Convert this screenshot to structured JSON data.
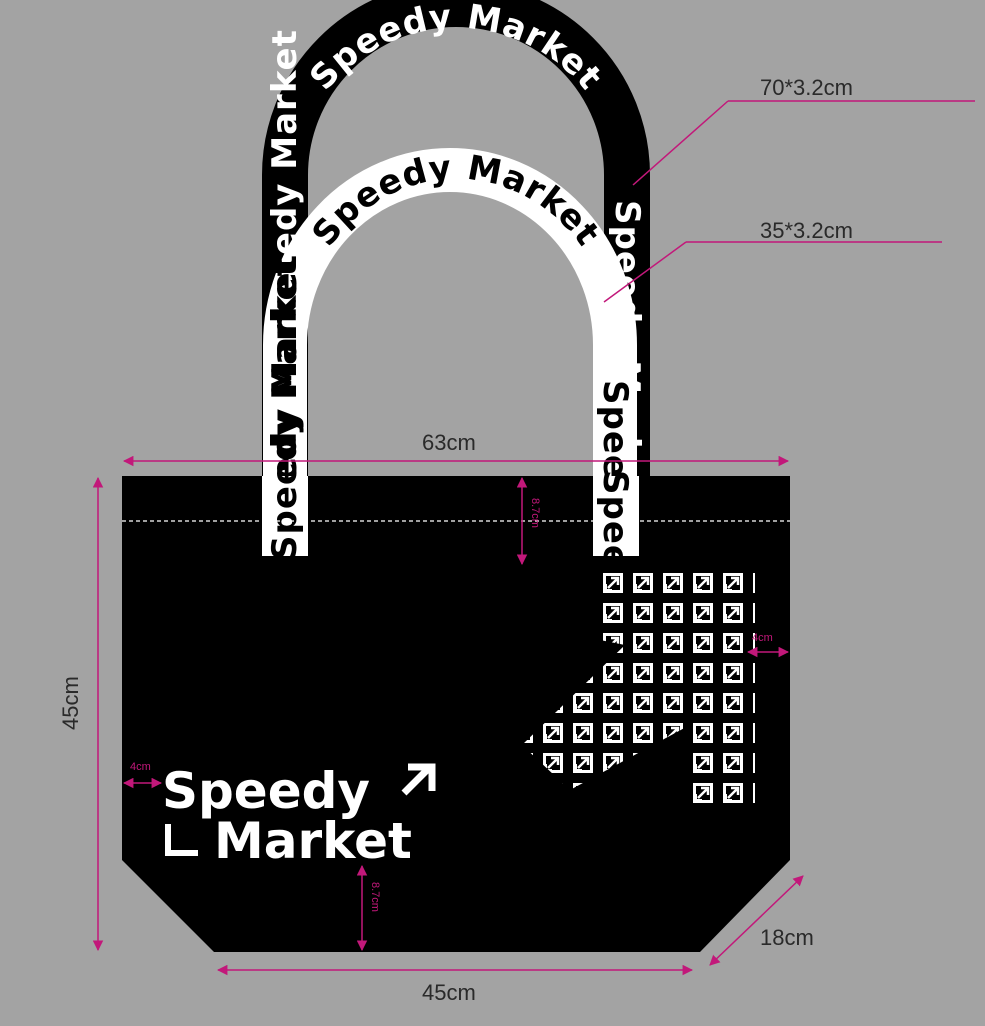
{
  "strap_long": {
    "dimension_label": "70*3.2cm",
    "print_text": "Speedy Market"
  },
  "strap_short": {
    "dimension_label": "35*3.2cm",
    "print_text": "Speedy Market"
  },
  "bag": {
    "top_width": "63cm",
    "height": "45cm",
    "bottom_width": "45cm",
    "depth": "18cm",
    "hem_depth": "8.7cm",
    "logo_hem": "8.7cm",
    "side_margin_left": "4cm",
    "side_margin_right": "4cm"
  },
  "logo": {
    "line1": "Speedy",
    "line2": "Market"
  },
  "colors": {
    "background": "#a3a3a3",
    "bag": "#000000",
    "dimension_line": "#c2187a",
    "print": "#ffffff"
  }
}
